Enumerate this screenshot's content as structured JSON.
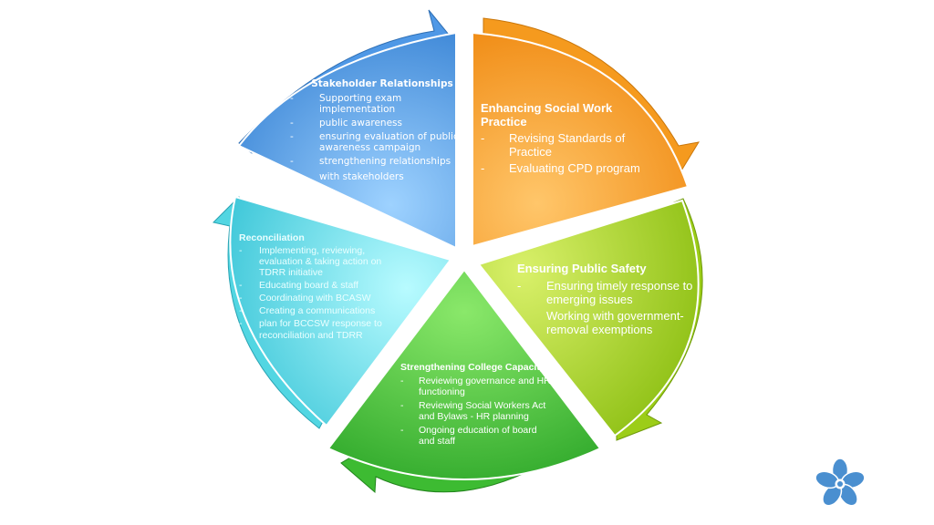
{
  "diagram": {
    "segments": [
      {
        "id": "stakeholder",
        "heading": "Stakeholder Relationships",
        "items": [
          "Supporting exam implementation",
          "public awareness",
          "ensuring evaluation of public awareness campaign",
          "strengthening relationships"
        ],
        "tail": "with stakeholders",
        "color": "#5aaaf0"
      },
      {
        "id": "enhancing",
        "heading": "Enhancing Social Work Practice",
        "items": [
          "Revising Standards of Practice",
          "Evaluating CPD program"
        ],
        "color": "#f7a02a"
      },
      {
        "id": "safety",
        "heading": "Ensuring Public Safety",
        "items": [
          "Ensuring timely response to emerging issues",
          "Working with government- removal exemptions"
        ],
        "color": "#a6d21e"
      },
      {
        "id": "capacity",
        "heading": "Strengthening College Capacity",
        "items": [
          "Reviewing governance and HR functioning",
          "Reviewing Social Workers Act and Bylaws - HR planning",
          "Ongoing education of board and staff"
        ],
        "color": "#4cc33a"
      },
      {
        "id": "reconciliation",
        "heading": "Reconciliation",
        "items": [
          "Implementing, reviewing, evaluation & taking action on TDRR initiative",
          "Educating board & staff",
          "Coordinating with BCASW",
          "Creating a communications",
          "plan for BCCSW response to reconciliation and TDRR"
        ],
        "color": "#52dbe0"
      }
    ],
    "bullet_marker": "-",
    "logo_icon": "flower-icon",
    "logo_color": "#4a8fd0"
  }
}
